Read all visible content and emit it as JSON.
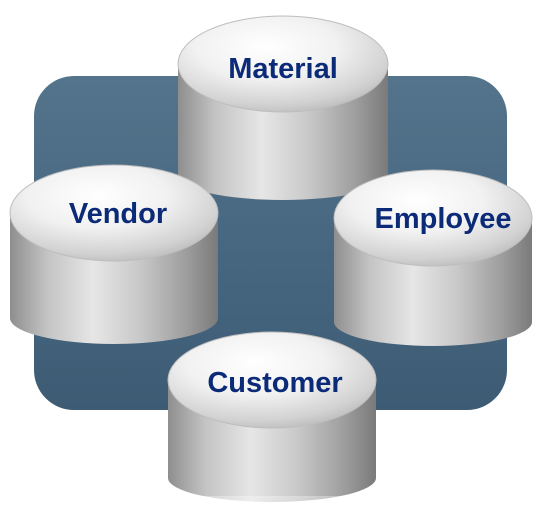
{
  "diagram": {
    "colors": {
      "panel": "#4a6a82",
      "label": "#0b2a78"
    },
    "nodes": {
      "material": {
        "label": "Material",
        "icon": "database-cylinder-icon"
      },
      "vendor": {
        "label": "Vendor",
        "icon": "database-cylinder-icon"
      },
      "employee": {
        "label": "Employee",
        "icon": "database-cylinder-icon"
      },
      "customer": {
        "label": "Customer",
        "icon": "database-cylinder-icon"
      }
    }
  }
}
